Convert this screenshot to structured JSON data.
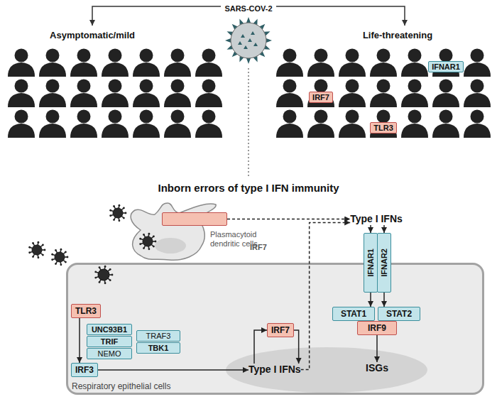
{
  "diagram": {
    "nodes": [
      {
        "text": [
          "IFNAR1"
        ]
      },
      {
        "text": [
          "IRF7"
        ]
      },
      {
        "text": [
          "TLR3"
        ]
      },
      {
        "text": [
          "Plasmacytoid dendritic cells"
        ]
      },
      {
        "text": [
          "IRF7"
        ],
        "in": 3
      },
      {
        "text": [
          "Type I IFNs"
        ]
      },
      {
        "text": [
          "Respiratory epithelial cells"
        ]
      },
      {
        "text": [
          "IFNAR1"
        ],
        "in": 6
      },
      {
        "text": [
          "IFNAR2"
        ],
        "in": 6
      },
      {
        "text": [
          "TLR3"
        ],
        "in": 6
      },
      {
        "text": [
          "UNC93B1"
        ],
        "in": 6
      },
      {
        "text": [
          "TRIF"
        ],
        "in": 6
      },
      {
        "text": [
          "NEMO"
        ],
        "in": 6
      },
      {
        "text": [
          "TRAF3"
        ],
        "in": 6
      },
      {
        "text": [
          "TBK1"
        ],
        "in": 6
      },
      {
        "text": [
          "IRF3"
        ],
        "in": 6
      },
      {
        "text": [
          "IRF7"
        ],
        "in": 6
      },
      {
        "text": [
          "Type I IFNs"
        ],
        "in": 6
      },
      {
        "text": [
          "STAT1"
        ],
        "in": 6
      },
      {
        "text": [
          "STAT2"
        ],
        "in": 6
      },
      {
        "text": [
          "IRF9"
        ],
        "in": 6
      },
      {
        "text": [
          "ISGs"
        ],
        "in": 6
      }
    ],
    "edges": [
      {
        "from": 4,
        "to": 5,
        "arrow": "to"
      },
      {
        "from": 17,
        "to": 5,
        "arrow": "to"
      },
      {
        "from": 5,
        "to": 7,
        "arrow": "to"
      },
      {
        "from": 5,
        "to": 8,
        "arrow": "to"
      },
      {
        "from": 9,
        "to": 15,
        "arrow": "to"
      },
      {
        "from": 15,
        "to": 17,
        "arrow": "to"
      },
      {
        "from": 17,
        "to": 16,
        "arrow": "to"
      },
      {
        "from": 16,
        "to": 17,
        "arrow": "to"
      },
      {
        "from": 7,
        "to": 18,
        "arrow": "to"
      },
      {
        "from": 8,
        "to": 19,
        "arrow": "to"
      },
      {
        "from": 20,
        "to": 21,
        "arrow": "to"
      }
    ],
    "labels": [
      "SARS-COV-2",
      "Asymptomatic/mild",
      "Life-threatening",
      "Inborn errors of type I IFN immunity"
    ]
  }
}
